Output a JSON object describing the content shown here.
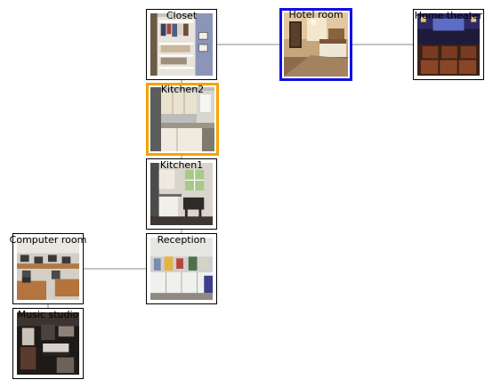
{
  "nodes": {
    "closet": {
      "label": "Closet"
    },
    "hotel_room": {
      "label": "Hotel room"
    },
    "home_theater": {
      "label": "Home theater"
    },
    "kitchen2": {
      "label": "Kitchen2"
    },
    "kitchen1": {
      "label": "Kitchen1"
    },
    "reception": {
      "label": "Reception"
    },
    "computer_room": {
      "label": "Computer room"
    },
    "music_studio": {
      "label": "Music studio"
    }
  },
  "edges": [
    [
      "closet",
      "hotel_room"
    ],
    [
      "hotel_room",
      "home_theater"
    ],
    [
      "closet",
      "kitchen2"
    ],
    [
      "kitchen2",
      "kitchen1"
    ],
    [
      "kitchen1",
      "reception"
    ],
    [
      "reception",
      "computer_room"
    ],
    [
      "computer_room",
      "music_studio"
    ]
  ],
  "highlights": {
    "current": "hotel_room",
    "target": "kitchen2",
    "current_color": "#1010e6",
    "target_color": "#f5a300"
  }
}
